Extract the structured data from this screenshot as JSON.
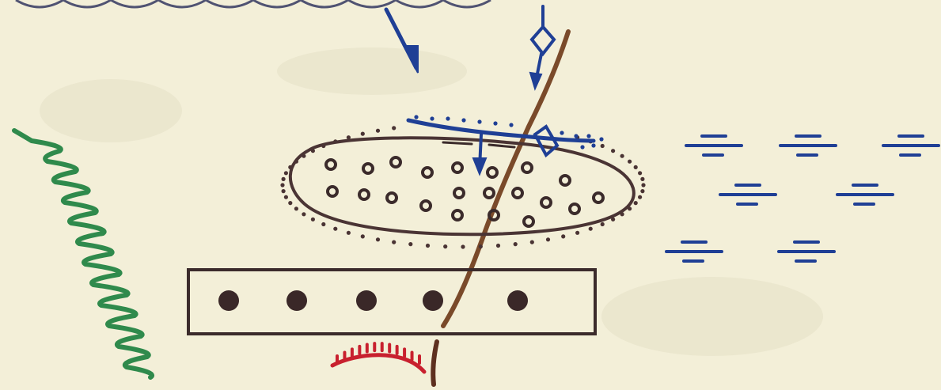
{
  "colors": {
    "paper": "#f3efd8",
    "ink_blue": "#1f3f95",
    "ink_brown": "#7a4a2a",
    "ink_dark": "#4a3434",
    "ink_green": "#2f8a4c",
    "ink_red": "#c8202e"
  },
  "diagram": {
    "elements": [
      "blue-arrow-left",
      "blue-arrow-with-diamond",
      "brown-diagonal-line",
      "dotted-oval-with-circles",
      "blue-membrane-line",
      "rectangle-with-dots",
      "red-scalloped-arc",
      "green-wavy-line",
      "blue-dash-symbols"
    ]
  }
}
